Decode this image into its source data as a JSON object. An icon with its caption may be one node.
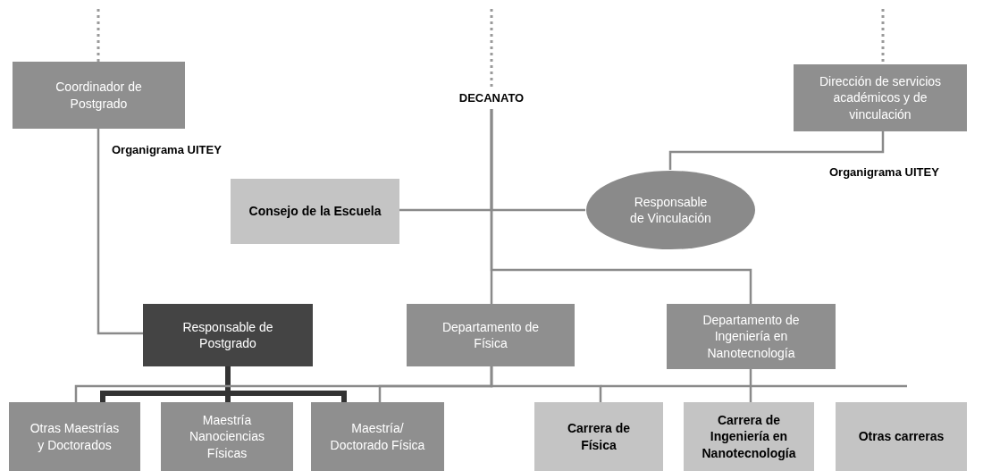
{
  "diagram": {
    "nodes": [
      {
        "text": [
          "Coordinador de Postgrado"
        ]
      },
      {
        "text": [
          "DECANATO"
        ]
      },
      {
        "text": [
          "Dirección de servicios académicos y de vinculación"
        ]
      },
      {
        "text": [
          "Consejo de la Escuela"
        ]
      },
      {
        "text": [
          "Responsable de Vinculación"
        ]
      },
      {
        "text": [
          "Responsable de Postgrado"
        ]
      },
      {
        "text": [
          "Departamento de Física"
        ]
      },
      {
        "text": [
          "Departamento de Ingeniería en Nanotecnología"
        ]
      },
      {
        "text": [
          "Otras Maestrías y Doctorados"
        ]
      },
      {
        "text": [
          "Maestría Nanociencias Físicas"
        ]
      },
      {
        "text": [
          "Maestría/ Doctorado Física"
        ]
      },
      {
        "text": [
          "Carrera de Física"
        ]
      },
      {
        "text": [
          "Carrera de Ingeniería en Nanotecnología"
        ]
      },
      {
        "text": [
          "Otras carreras"
        ]
      }
    ],
    "edges": [
      {
        "from": null,
        "to": 0,
        "arrow": "none",
        "style": "dashed"
      },
      {
        "from": null,
        "to": 1,
        "arrow": "none",
        "style": "dashed"
      },
      {
        "from": null,
        "to": 2,
        "arrow": "none",
        "style": "dashed"
      },
      {
        "from": 1,
        "to": 3,
        "arrow": "none"
      },
      {
        "from": 1,
        "to": 4,
        "arrow": "none"
      },
      {
        "from": 2,
        "to": 4,
        "arrow": "none"
      },
      {
        "from": 1,
        "to": 6,
        "arrow": "none"
      },
      {
        "from": 1,
        "to": 7,
        "arrow": "none"
      },
      {
        "from": 0,
        "to": 5,
        "arrow": "none"
      },
      {
        "from": 5,
        "to": 8,
        "arrow": "none",
        "style": "thick",
        "color": "#333333"
      },
      {
        "from": 5,
        "to": 9,
        "arrow": "none",
        "style": "thick",
        "color": "#333333"
      },
      {
        "from": 5,
        "to": 10,
        "arrow": "none",
        "style": "thick",
        "color": "#333333"
      },
      {
        "from": 6,
        "to": 8,
        "arrow": "none"
      },
      {
        "from": 6,
        "to": 10,
        "arrow": "none"
      },
      {
        "from": 6,
        "to": 11,
        "arrow": "none"
      },
      {
        "from": 7,
        "to": 12,
        "arrow": "none"
      }
    ],
    "labels": [
      "Organigrama UITEY",
      "Organigrama UITEY"
    ]
  }
}
